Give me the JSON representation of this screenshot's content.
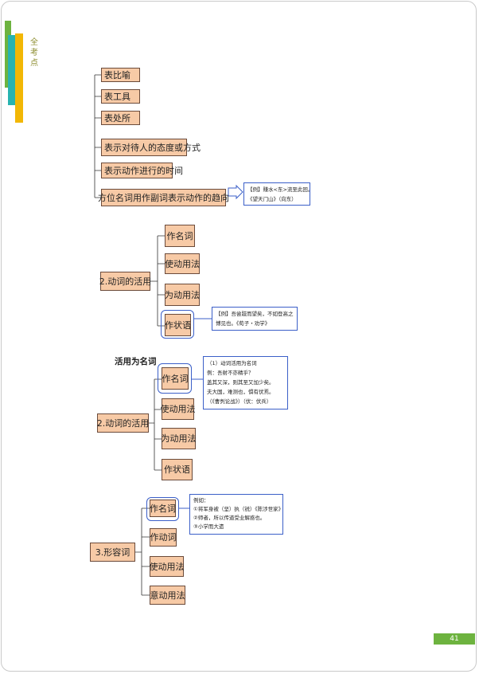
{
  "header": {
    "vertical_title": "全考点"
  },
  "section1": {
    "items": [
      "表比喻",
      "表工具",
      "表处所",
      "表示对待人的态度或方式",
      "表示动作进行的时间",
      "方位名词用作副词表示动作的趋向"
    ],
    "example_lines": [
      "【例】赚水<东>流至此回。",
      "《望天门山》（向东）"
    ]
  },
  "section2": {
    "root": "2.动词的活用",
    "items": [
      "作名词",
      "使动用法",
      "为动用法",
      "作状语"
    ],
    "example_lines": [
      "【例】吾尝跂而望矣，不如登高之",
      "博见也。《荀子・劝学》"
    ]
  },
  "section3": {
    "label": "活用为名词",
    "root": "2.动词的活用",
    "items": [
      "作名词",
      "使动用法",
      "为动用法",
      "作状语"
    ],
    "example_lines": [
      "（1）动词活用为名词",
      "例：吾射不亦精乎？",
      "盖其又深，则其至又加少矣。",
      "夫大国，难测也，惧有伏焉。",
      "（《曹刿论战》）（伏：伏兵）"
    ]
  },
  "section4": {
    "root": "3.形容词",
    "items": [
      "作名词",
      "作动词",
      "使动用法",
      "意动用法"
    ],
    "example_lines": [
      "例如：",
      "①将军身被（坚）执（锐）《陈涉世家》",
      "②师者，所以传道受业解惑也。",
      "③小学而大遗"
    ]
  },
  "footer": {
    "page_number": "41"
  },
  "colors": {
    "node_fill": "#f7caa6",
    "highlight": "#3b5fc8",
    "accent_green": "#6db33f"
  }
}
